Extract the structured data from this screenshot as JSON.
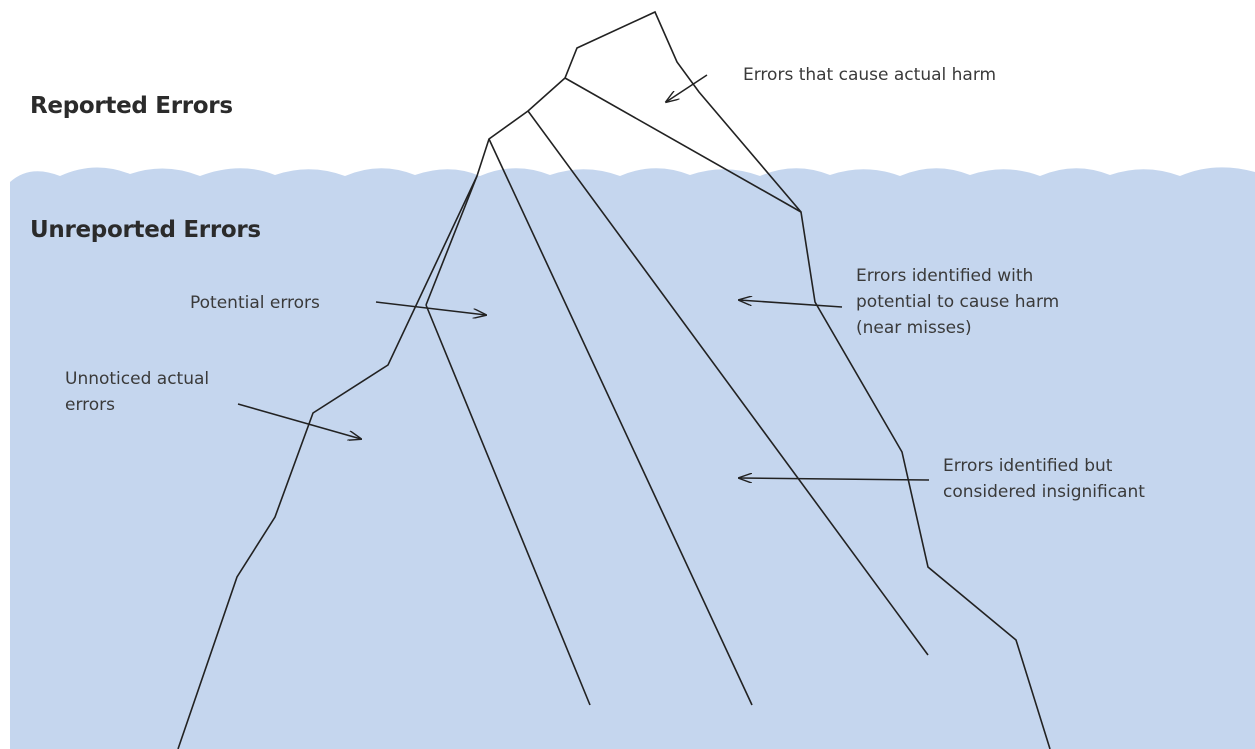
{
  "colors": {
    "water": "#c5d6ee",
    "iceberg_stroke": "#222222",
    "text": "#333333"
  },
  "sections": {
    "reported": "Reported Errors",
    "unreported": "Unreported Errors"
  },
  "labels": {
    "actual_harm": "Errors that cause actual harm",
    "potential_errors": "Potential errors",
    "near_misses": [
      "Errors identified with",
      "potential to cause harm",
      "(near misses)"
    ],
    "unnoticed": [
      "Unnoticed actual",
      "errors"
    ],
    "insignificant": [
      "Errors identified but",
      "considered insignificant"
    ]
  }
}
